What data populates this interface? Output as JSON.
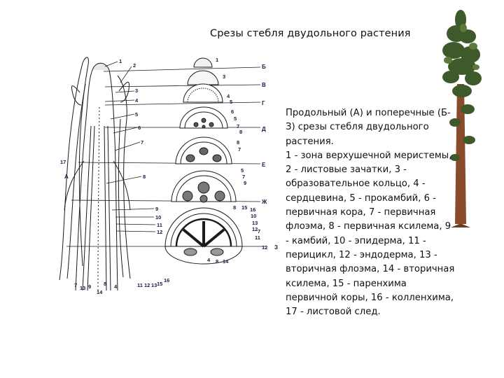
{
  "title": "Срезы стебля двудольного растения",
  "caption": {
    "intro": "Продольный (А) и поперечные (Б-З) срезы стебля двудольного растения.",
    "legend": "1 - зона верхушечной меристемы, 2 - листовые зачатки, 3 - образовательное кольцо, 4 - сердцевина, 5 - прокамбий, 6 - первичная кора, 7 - первичная флоэма, 8 - первичная ксилема, 9 - камбий, 10 - эпидерма, 11 - перицикл, 12 - эндодерма, 13 - вторичная флоэма, 14 - вторичная ксилема, 15 - паренхима первичной коры, 16 - колленхима, 17 - листовой след."
  },
  "diagram": {
    "section_letters": [
      "Б",
      "В",
      "Г",
      "Д",
      "Е",
      "Ж",
      "З",
      "А"
    ],
    "longitudinal_labels_left": [
      "17",
      "7",
      "13",
      "9",
      "14",
      "8",
      "4"
    ],
    "longitudinal_labels_right": [
      "1",
      "2",
      "3",
      "4",
      "5",
      "6",
      "7",
      "8",
      "9",
      "10",
      "11",
      "12",
      "11",
      "12",
      "13",
      "15",
      "16"
    ],
    "cross_labels_b": [
      "1"
    ],
    "cross_labels_v": [
      "3"
    ],
    "cross_labels_g": [
      "4",
      "5"
    ],
    "cross_labels_d": [
      "6",
      "5",
      "7",
      "8"
    ],
    "cross_labels_e": [
      "8",
      "7",
      "5",
      "7",
      "9"
    ],
    "cross_labels_zh": [
      "8",
      "15",
      "16",
      "10",
      "13",
      "12",
      "7",
      "11",
      "12"
    ],
    "cross_labels_z_bottom": [
      "4",
      "8",
      "14"
    ]
  },
  "colors": {
    "line": "#1a1a1a",
    "label": "#1a1a4a",
    "tree_foliage": "#3f5a2a",
    "tree_trunk": "#8a4a2c"
  }
}
